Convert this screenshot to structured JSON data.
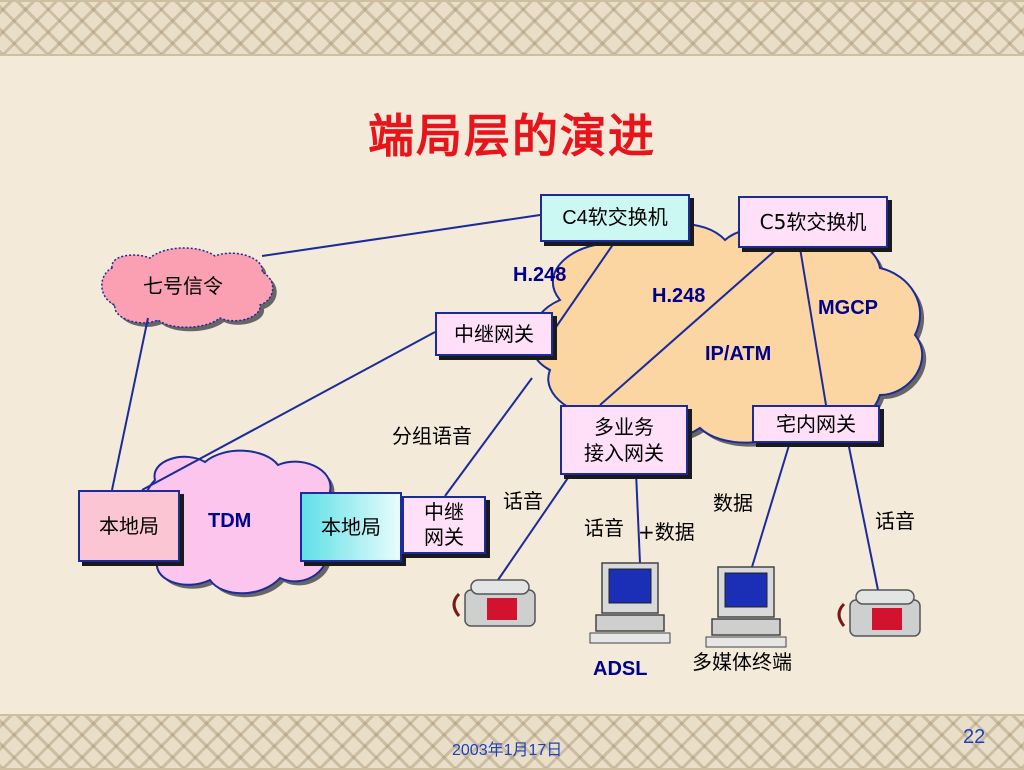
{
  "title": "端局层的演进",
  "nodes": {
    "c4": "C4软交换机",
    "c5": "C5软交换机",
    "ss7": "七号信令",
    "trunk_gw": "中继网关",
    "mas_line1": "多业务",
    "mas_line2": "接入网关",
    "home_gw": "宅内网关",
    "local_left": "本地局",
    "local_right": "本地局",
    "trunk_small_line1": "中继",
    "trunk_small_line2": "网关"
  },
  "labels": {
    "h248_a": "H.248",
    "h248_b": "H.248",
    "mgcp": "MGCP",
    "ip_atm": "IP/ATM",
    "tdm": "TDM",
    "packet_voice": "分组语音",
    "voice_a": "话音",
    "voice_b": "话音",
    "voice_c": "话音",
    "data_plus": "+数据",
    "data": "数据",
    "adsl": "ADSL",
    "multimedia": "多媒体终端"
  },
  "footer": {
    "date": "2003年1月17日",
    "page": "22"
  },
  "colors": {
    "title": "#e8141c",
    "line": "#1b2b9a",
    "cloud_ip": "#fcd6a2",
    "cloud_tdm": "#fbc5ee",
    "cloud_ss7": "#fba0b2",
    "label_blue": "#00008b"
  },
  "icons": {
    "phone_left": "telephone-icon",
    "computer_adsl": "computer-icon",
    "computer_multimedia": "computer-icon",
    "phone_right": "telephone-icon"
  }
}
